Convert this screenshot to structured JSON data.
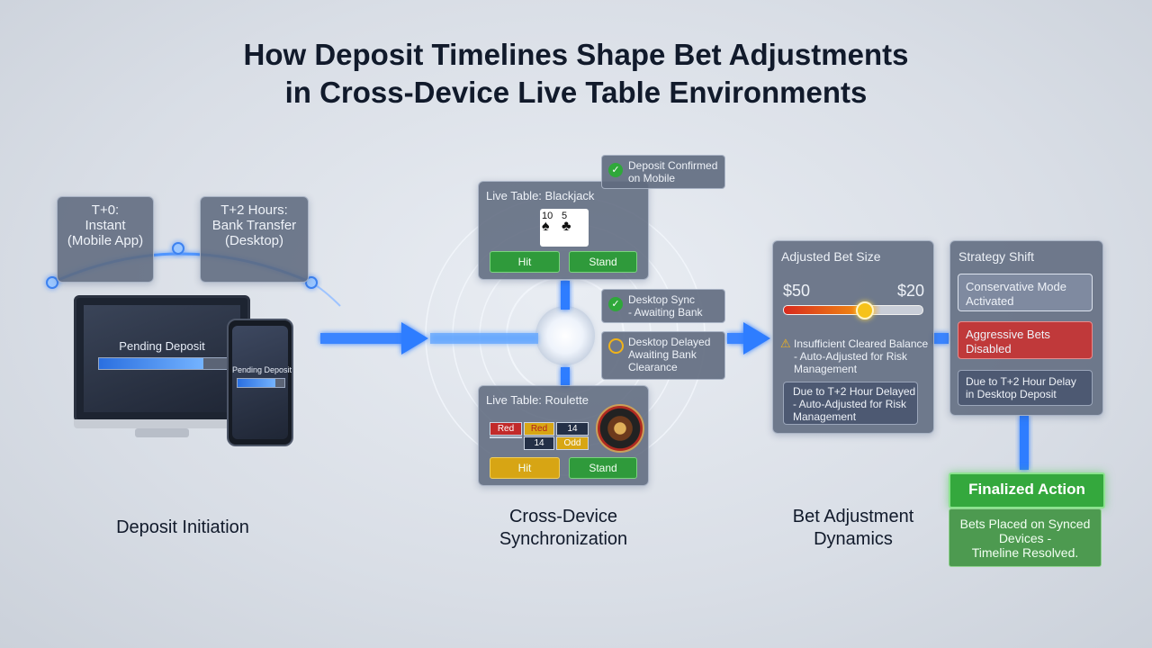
{
  "title": {
    "line1": "How Deposit Timelines Shape Bet Adjustments",
    "line2": "in Cross-Device Live Table Environments"
  },
  "timeline": {
    "instant_label": "T+0:\nInstant\n(Mobile App)",
    "bank_label": "T+2 Hours:\nBank Transfer\n(Desktop)"
  },
  "devices": {
    "monitor_text": "Pending Deposit",
    "phone_text": "Pending Deposit",
    "monitor_progress": 0.8,
    "phone_progress": 0.8
  },
  "sections": {
    "deposit_initiation": "Deposit Initiation",
    "cross_device": "Cross-Device\nSynchronization",
    "bet_adjustment": "Bet Adjustment\nDynamics"
  },
  "blackjack": {
    "title": "Live Table: Blackjack",
    "card1": "10",
    "card2": "5",
    "hit": "Hit",
    "stand": "Stand"
  },
  "roulette": {
    "title": "Live Table: Roulette",
    "chips_row1": [
      "Red",
      "Red",
      "14"
    ],
    "chips_row2": [
      "",
      "14",
      "Odd"
    ],
    "hit": "Hit",
    "stand": "Stand"
  },
  "notes": {
    "confirmed": "Deposit Confirmed\non Mobile",
    "sync": "Desktop Sync\n- Awaiting Bank",
    "delayed": "Desktop Delayed\nAwaiting Bank\nClearance"
  },
  "bet_size": {
    "title": "Adjusted Bet Size",
    "from": "$50",
    "to": "$20",
    "level": 0.58,
    "warning": "Insufficient Cleared Balance\n- Auto-Adjusted for Risk\nManagement",
    "detail": "Due to T+2 Hour Delayed\n- Auto-Adjusted for Risk\nManagement"
  },
  "strategy": {
    "title": "Strategy Shift",
    "conservative": "Conservative Mode\nActivated",
    "aggressive": "Aggressive Bets\nDisabled",
    "reason": "Due to T+2 Hour Delay\nin Desktop Deposit"
  },
  "final": {
    "action": "Finalized Action",
    "result": "Bets Placed on Synced\nDevices -\nTimeline Resolved."
  },
  "colors": {
    "accent_blue": "#2f7dff",
    "success_green": "#34a83d",
    "warning_red": "#c0393a",
    "bet_yellow": "#f6c21a"
  }
}
